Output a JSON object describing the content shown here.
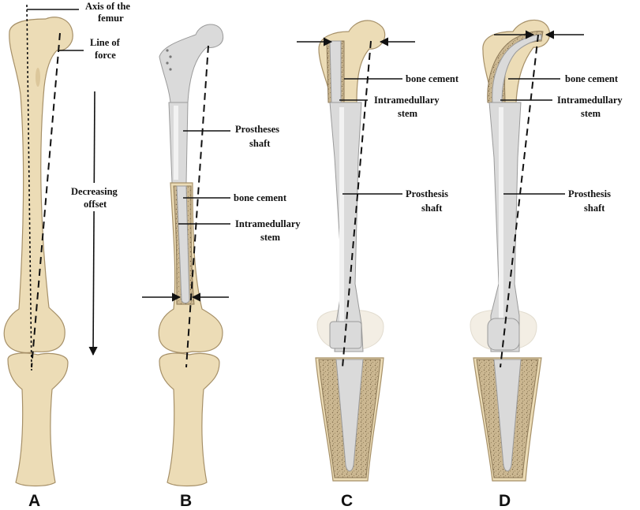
{
  "labels": {
    "axis_of_femur_l1": "Axis of the",
    "axis_of_femur_l2": "femur",
    "line_of_force_l1": "Line of",
    "line_of_force_l2": "force",
    "decreasing_offset_l1": "Decreasing",
    "decreasing_offset_l2": "offset",
    "b_shaft_l1": "Prostheses",
    "b_shaft_l2": "shaft",
    "b_cement": "bone cement",
    "b_stem_l1": "Intramedullary",
    "b_stem_l2": "stem",
    "c_cement": "bone cement",
    "c_stem_l1": "Intramedullary",
    "c_stem_l2": "stem",
    "c_shaft_l1": "Prosthesis",
    "c_shaft_l2": "shaft",
    "d_cement": "bone cement",
    "d_stem_l1": "Intramedullary",
    "d_stem_l2": "stem",
    "d_shaft_l1": "Prosthesis",
    "d_shaft_l2": "shaft"
  },
  "panels": [
    "A",
    "B",
    "C",
    "D"
  ],
  "colors": {
    "bone": "#ecdcb6",
    "bone_outline": "#a69068",
    "cement": "#cbb791",
    "metal": "#dadada"
  }
}
